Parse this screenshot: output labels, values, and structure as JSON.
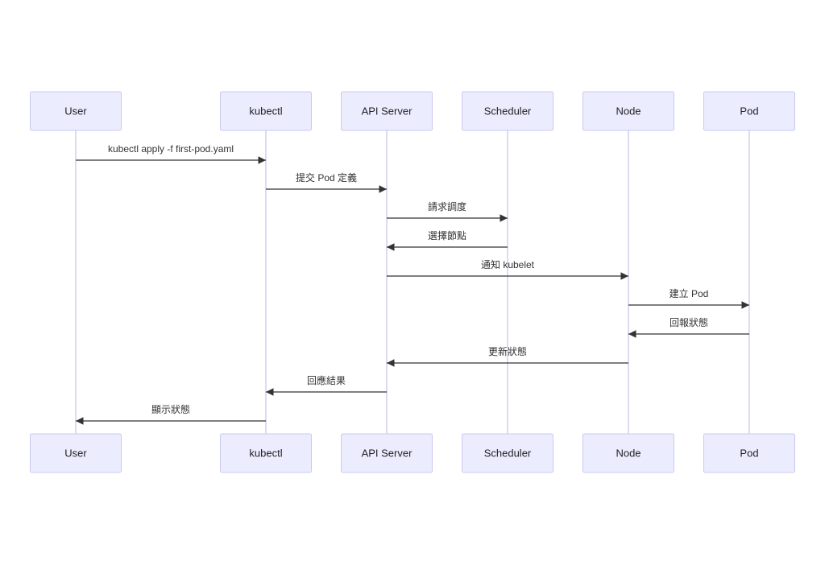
{
  "diagram": {
    "type": "sequence",
    "participants": [
      {
        "id": "user",
        "label": "User"
      },
      {
        "id": "kubectl",
        "label": "kubectl"
      },
      {
        "id": "api",
        "label": "API Server"
      },
      {
        "id": "scheduler",
        "label": "Scheduler"
      },
      {
        "id": "node",
        "label": "Node"
      },
      {
        "id": "pod",
        "label": "Pod"
      }
    ],
    "messages": [
      {
        "from": "user",
        "to": "kubectl",
        "label": "kubectl apply -f first-pod.yaml"
      },
      {
        "from": "kubectl",
        "to": "api",
        "label": "提交 Pod 定義"
      },
      {
        "from": "api",
        "to": "scheduler",
        "label": "請求調度"
      },
      {
        "from": "scheduler",
        "to": "api",
        "label": "選擇節點"
      },
      {
        "from": "api",
        "to": "node",
        "label": "通知 kubelet"
      },
      {
        "from": "node",
        "to": "pod",
        "label": "建立 Pod"
      },
      {
        "from": "pod",
        "to": "node",
        "label": "回報狀態"
      },
      {
        "from": "node",
        "to": "api",
        "label": "更新狀態"
      },
      {
        "from": "api",
        "to": "kubectl",
        "label": "回應結果"
      },
      {
        "from": "kubectl",
        "to": "user",
        "label": "顯示狀態"
      }
    ],
    "colors": {
      "actor_fill": "#ececff",
      "actor_border": "#c9c9f0",
      "lifeline": "#c8c8ec",
      "arrow": "#333333"
    }
  }
}
